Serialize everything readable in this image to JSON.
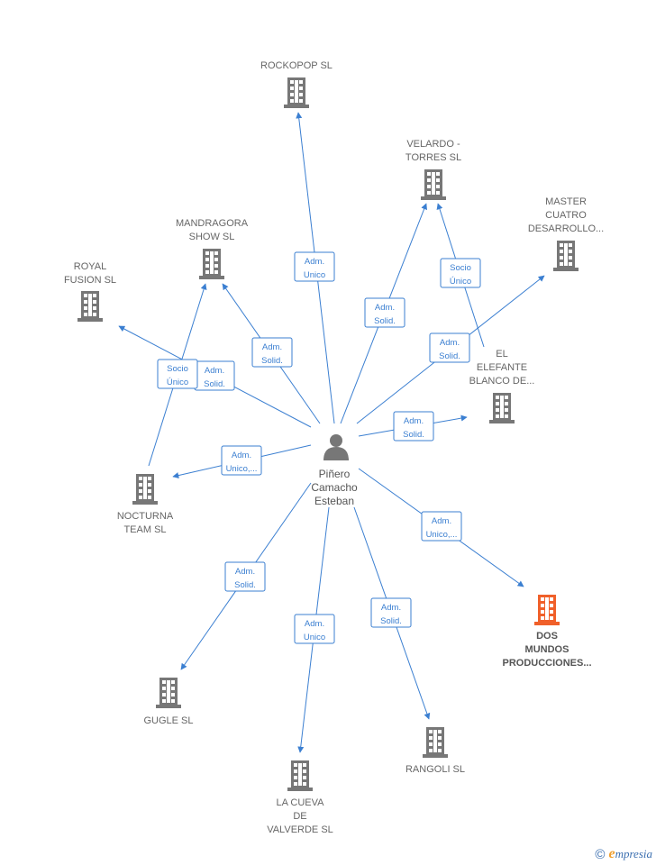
{
  "colors": {
    "edge": "#3b7fd1",
    "node": "#777777",
    "focus_node": "#f0602a",
    "person": "#777777"
  },
  "person": {
    "name_lines": [
      "Piñero",
      "Camacho",
      "Esteban"
    ],
    "icon": "person-icon"
  },
  "companies": [
    {
      "id": "rockopop",
      "label_lines": [
        "ROCKOPOP  SL"
      ],
      "icon": "building-icon"
    },
    {
      "id": "velardo",
      "label_lines": [
        "VELARDO -",
        "TORRES  SL"
      ],
      "icon": "building-icon"
    },
    {
      "id": "master",
      "label_lines": [
        "MASTER",
        "CUATRO",
        "DESARROLLO..."
      ],
      "icon": "building-icon"
    },
    {
      "id": "mandragora",
      "label_lines": [
        "MANDRAGORA",
        "SHOW  SL"
      ],
      "icon": "building-icon"
    },
    {
      "id": "royal",
      "label_lines": [
        "ROYAL",
        "FUSION  SL"
      ],
      "icon": "building-icon"
    },
    {
      "id": "elefante",
      "label_lines": [
        "EL",
        "ELEFANTE",
        "BLANCO DE..."
      ],
      "icon": "building-icon"
    },
    {
      "id": "nocturna",
      "label_lines": [
        "NOCTURNA",
        "TEAM SL"
      ],
      "icon": "building-icon"
    },
    {
      "id": "dosmundos",
      "label_lines": [
        "DOS",
        "MUNDOS",
        "PRODUCCIONES..."
      ],
      "icon": "building-icon",
      "focus": true
    },
    {
      "id": "gugle",
      "label_lines": [
        "GUGLE  SL"
      ],
      "icon": "building-icon"
    },
    {
      "id": "cueva",
      "label_lines": [
        "LA CUEVA",
        "DE",
        "VALVERDE  SL"
      ],
      "icon": "building-icon"
    },
    {
      "id": "rangoli",
      "label_lines": [
        "RANGOLI  SL"
      ],
      "icon": "building-icon"
    }
  ],
  "relations": [
    {
      "target": "rockopop",
      "label_lines": [
        "Adm.",
        "Unico"
      ]
    },
    {
      "target": "velardo",
      "label_lines": [
        "Adm.",
        "Solid."
      ]
    },
    {
      "target": "master",
      "label_lines": [
        "Adm.",
        "Solid."
      ]
    },
    {
      "target": "mandragora",
      "label_lines": [
        "Adm.",
        "Solid."
      ]
    },
    {
      "target": "royal",
      "label_lines": [
        "Adm.",
        "Solid."
      ]
    },
    {
      "target": "elefante",
      "label_lines": [
        "Adm.",
        "Solid."
      ]
    },
    {
      "target": "nocturna",
      "label_lines": [
        "Adm.",
        "Unico,..."
      ]
    },
    {
      "target": "dosmundos",
      "label_lines": [
        "Adm.",
        "Unico,..."
      ]
    },
    {
      "target": "gugle",
      "label_lines": [
        "Adm.",
        "Solid."
      ]
    },
    {
      "target": "cueva",
      "label_lines": [
        "Adm.",
        "Unico"
      ]
    },
    {
      "target": "rangoli",
      "label_lines": [
        "Adm.",
        "Solid."
      ]
    },
    {
      "from": "elefante",
      "target": "velardo",
      "label_lines": [
        "Socio",
        "Único"
      ]
    },
    {
      "from": "nocturna",
      "target": "mandragora",
      "label_lines": [
        "Socio",
        "Único"
      ]
    }
  ],
  "footer": {
    "copyright": "©",
    "brand_initial": "e",
    "brand_rest": "mpresia"
  }
}
